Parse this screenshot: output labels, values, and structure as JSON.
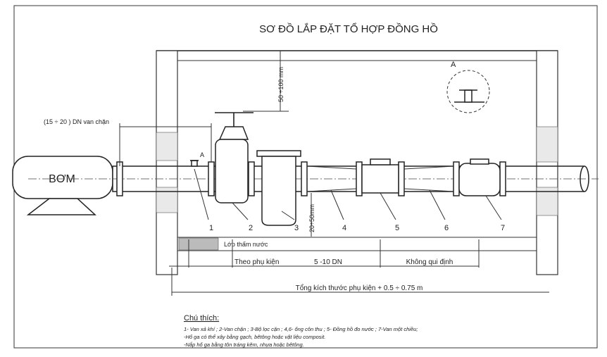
{
  "title": "SƠ ĐỒ LẮP ĐẶT TỔ HỢP ĐỒNG HỒ",
  "pump_label": "BƠM",
  "detail_label": "A",
  "detail_marker": "A",
  "dims": {
    "top_gap": "50 ÷100 mm",
    "bottom_gap": "20÷50mm",
    "valve_distance": "(15 ÷ 20 ) DN van chặn",
    "seg1": "Theo phụ kiện",
    "seg2": "5 -10 DN",
    "seg3": "Không qui định",
    "total": "Tổng kích thước phụ kiện + 0.5 ÷ 0.75 m"
  },
  "waterproof_layer": "Lớp thấm nước",
  "component_numbers": [
    "1",
    "2",
    "3",
    "4",
    "5",
    "6",
    "7"
  ],
  "legend": {
    "heading": "Chú thích:",
    "lines": [
      "1- Van xả khí ; 2-Van chặn ; 3-Bộ lọc cặn ; 4,6- ống côn thu ; 5- Đồng hồ đo nước ; 7-Van một chiều;",
      "-Hố ga có thể xây bằng gạch, bêtông hoặc vật liệu composit.",
      "-Nắp hố ga bằng tôn tráng kẽm, nhựa hoặc bêtông."
    ]
  }
}
